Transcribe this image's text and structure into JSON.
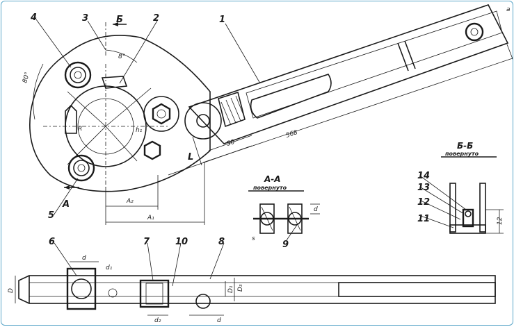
{
  "callouts": [
    "1",
    "2",
    "3",
    "4",
    "5",
    "6",
    "7",
    "8",
    "9",
    "10",
    "11",
    "12",
    "13",
    "14"
  ],
  "section_aa": {
    "title": "А-А",
    "subtitle": "повернуто"
  },
  "section_bb": {
    "title": "Б-Б",
    "subtitle": "повернуто"
  },
  "section_marks": {
    "a": "А",
    "b": "Б"
  },
  "dims": {
    "length_568": "568",
    "dim_50": "50",
    "angle_80": "80°",
    "angle_8": "8°",
    "dim_L": "L",
    "dim_A2": "A₂",
    "dim_A1": "A₁",
    "dim_d": "d",
    "dim_d1": "d₁",
    "dim_d2": "d₂",
    "dim_D": "D",
    "dim_D1": "D₁",
    "dim_D3": "D₃",
    "dim_h1": "h₁",
    "dim_12": "12",
    "dim_s": "s",
    "dim_a": "a",
    "dim_R": "R"
  }
}
